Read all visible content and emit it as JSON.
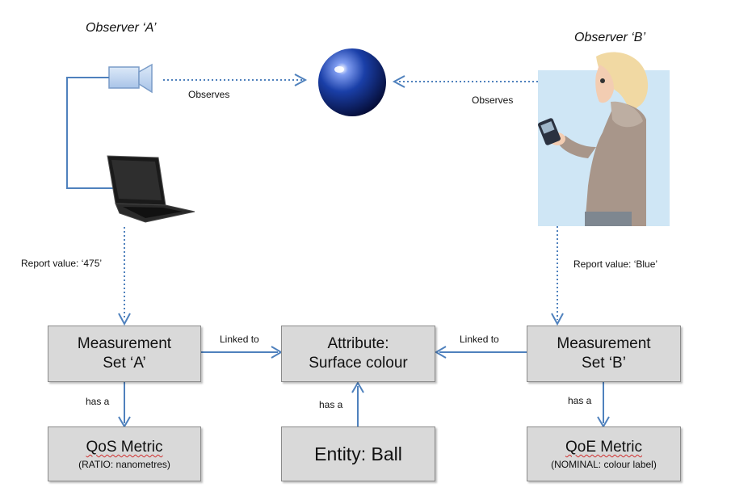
{
  "observers": {
    "a": {
      "title": "Observer ‘A’"
    },
    "b": {
      "title": "Observer ‘B’"
    }
  },
  "edges": {
    "observes_a": "Observes",
    "observes_b": "Observes",
    "report_a": "Report value: ‘475’",
    "report_b": "Report value: ‘Blue’",
    "linked_a": "Linked to",
    "linked_b": "Linked to",
    "has_a_left": "has a",
    "has_a_center": "has a",
    "has_a_right": "has a"
  },
  "nodes": {
    "measurement_a": {
      "line1": "Measurement",
      "line2": "Set ‘A’"
    },
    "attribute": {
      "line1": "Attribute:",
      "line2": "Surface colour"
    },
    "measurement_b": {
      "line1": "Measurement",
      "line2": "Set ‘B’"
    },
    "qos": {
      "title": "QoS Metric",
      "sub": "(RATIO: nanometres)"
    },
    "entity": {
      "title": "Entity: Ball"
    },
    "qoe": {
      "title": "QoE Metric",
      "sub": "(NOMINAL: colour label)"
    }
  },
  "colors": {
    "arrow": "#4f81bd",
    "box_fill": "#d9d9d9",
    "ball": "#1a3fa8",
    "photo_bg": "#cfe6f5"
  }
}
